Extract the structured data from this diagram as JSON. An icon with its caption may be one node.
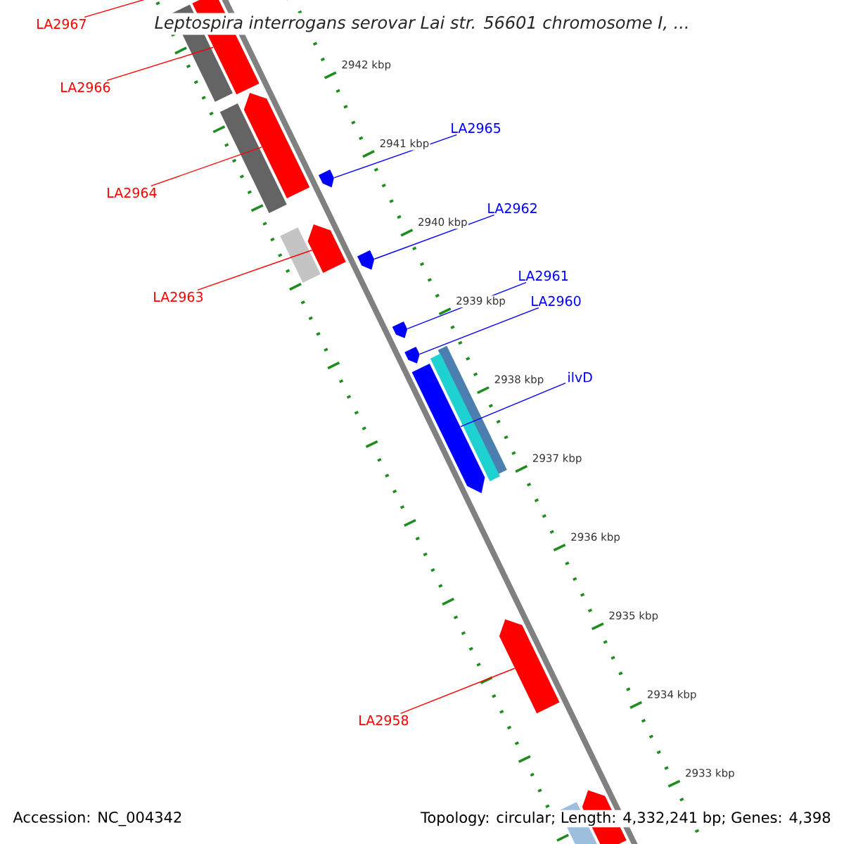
{
  "diagram": {
    "title": "Leptospira interrogans serovar Lai str. 56601 chromosome I, ...",
    "nodes": [
      {
        "text": [
          "LA2967"
        ]
      },
      {
        "text": [
          "LA2966"
        ]
      },
      {
        "text": [
          "LA2965"
        ]
      },
      {
        "text": [
          "LA2964"
        ]
      },
      {
        "text": [
          "LA2962"
        ]
      },
      {
        "text": [
          "LA2961"
        ]
      },
      {
        "text": [
          "LA2963"
        ]
      },
      {
        "text": [
          "LA2960"
        ]
      },
      {
        "text": [
          "ilvD"
        ]
      },
      {
        "text": [
          "LA2958"
        ]
      },
      {
        "text": [],
        "shape": "bar"
      },
      {
        "text": [],
        "shape": "bar"
      },
      {
        "text": [],
        "shape": "pentagon"
      },
      {
        "text": [],
        "shape": "bar"
      },
      {
        "text": [],
        "shape": "pentagon"
      },
      {
        "text": [],
        "shape": "bar"
      },
      {
        "text": [],
        "shape": "pentagon"
      },
      {
        "text": [],
        "shape": "pentagon"
      },
      {
        "text": [],
        "shape": "pentagon"
      },
      {
        "text": [],
        "shape": "pentagon"
      },
      {
        "text": [],
        "shape": "bar"
      },
      {
        "text": [],
        "shape": "bar"
      },
      {
        "text": [],
        "shape": "pentagon"
      },
      {
        "text": [],
        "shape": "pentagon"
      },
      {
        "text": [],
        "shape": "pentagon"
      },
      {
        "text": [],
        "shape": "bar"
      }
    ],
    "edges": [
      {
        "from": 0,
        "to": null,
        "arrow": "none",
        "color": "#ff0000"
      },
      {
        "from": 1,
        "to": 11,
        "arrow": "none",
        "color": "#ff0000"
      },
      {
        "from": 2,
        "to": 14,
        "arrow": "none",
        "color": "#0000ff"
      },
      {
        "from": 3,
        "to": 12,
        "arrow": "none",
        "color": "#ff0000"
      },
      {
        "from": 4,
        "to": 17,
        "arrow": "none",
        "color": "#0000ff"
      },
      {
        "from": 5,
        "to": 18,
        "arrow": "none",
        "color": "#0000ff"
      },
      {
        "from": 6,
        "to": 16,
        "arrow": "none",
        "color": "#ff0000"
      },
      {
        "from": 7,
        "to": 19,
        "arrow": "none",
        "color": "#0000ff"
      },
      {
        "from": 8,
        "to": 22,
        "arrow": "none",
        "color": "#0000ff"
      },
      {
        "from": 9,
        "to": 23,
        "arrow": "none",
        "color": "#ff0000"
      }
    ],
    "labels": [
      "2942 kbp",
      "2941 kbp",
      "2940 kbp",
      "2939 kbp",
      "2938 kbp",
      "2937 kbp",
      "2936 kbp",
      "2935 kbp",
      "2934 kbp",
      "2933 kbp",
      "Accession: NC_004342",
      "Topology: circular; Length: 4,332,241 bp; Genes: 4,398"
    ]
  }
}
